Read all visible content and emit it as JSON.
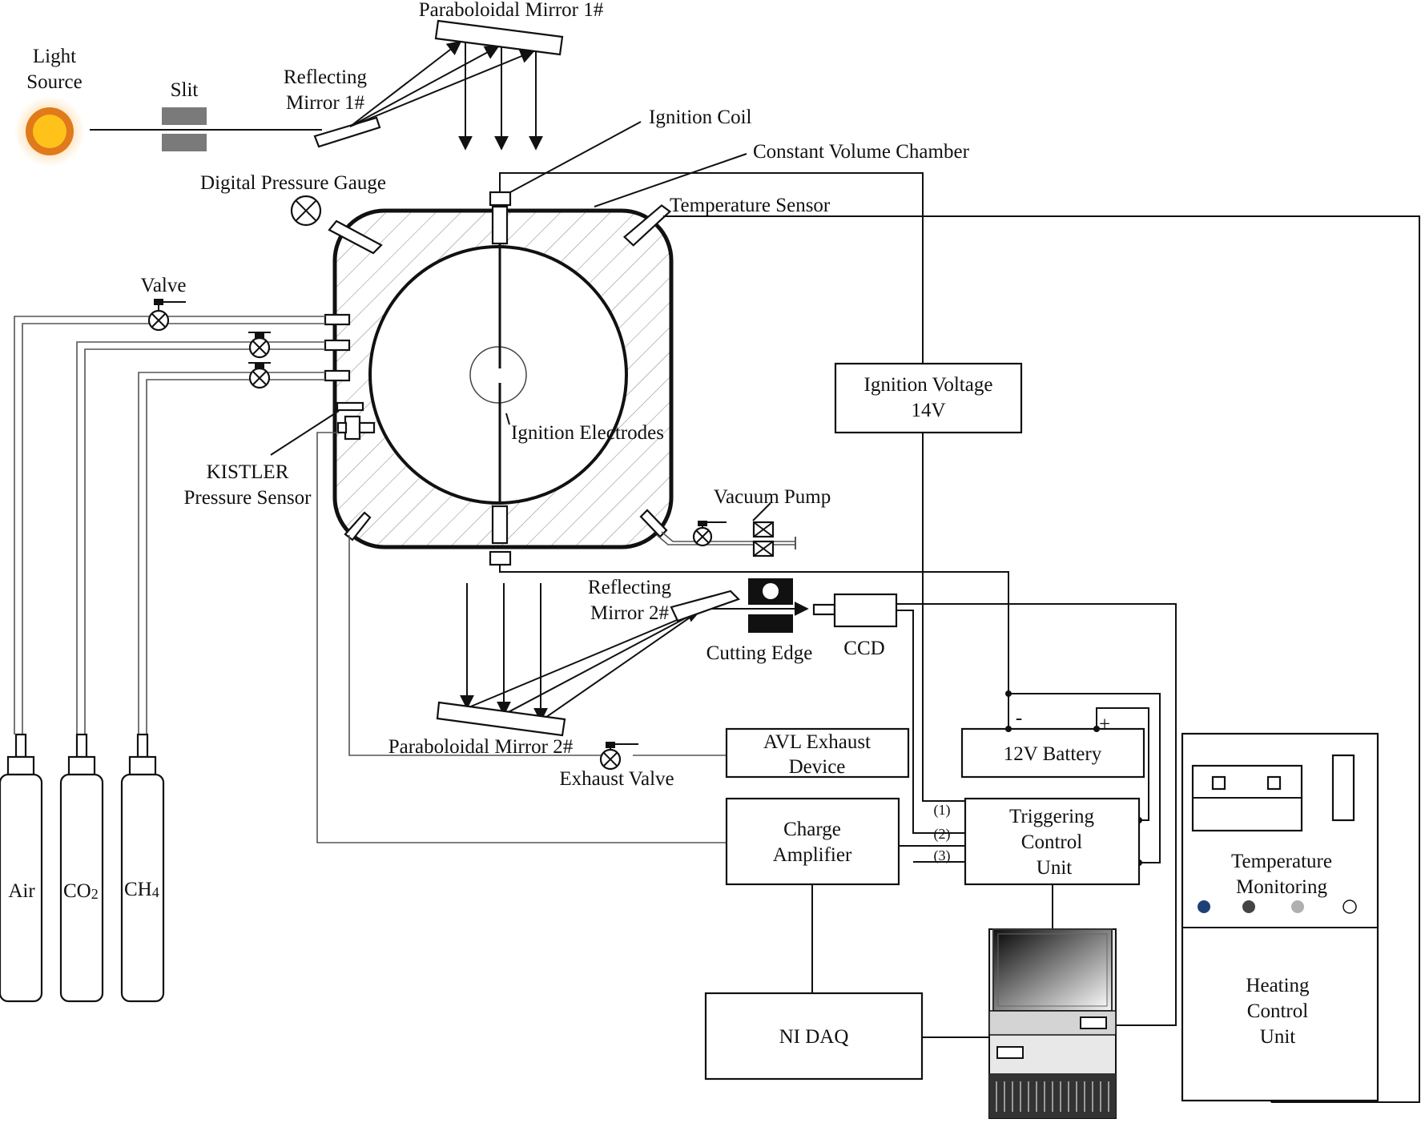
{
  "labels": {
    "light_source_1": "Light",
    "light_source_2": "Source",
    "slit": "Slit",
    "reflecting_mirror_1_a": "Reflecting",
    "reflecting_mirror_1_b": "Mirror 1#",
    "paraboloidal_mirror_1": "Paraboloidal Mirror 1#",
    "ignition_coil": "Ignition Coil",
    "constant_volume_chamber": "Constant Volume Chamber",
    "digital_pressure_gauge": "Digital Pressure Gauge",
    "temperature_sensor": "Temperature Sensor",
    "valve": "Valve",
    "ignition_electrodes": "Ignition Electrodes",
    "kistler_1": "KISTLER",
    "kistler_2": "Pressure Sensor",
    "vacuum_pump": "Vacuum Pump",
    "reflecting_mirror_2_a": "Reflecting",
    "reflecting_mirror_2_b": "Mirror 2#",
    "cutting_edge": "Cutting Edge",
    "ccd": "CCD",
    "paraboloidal_mirror_2": "Paraboloidal Mirror 2#",
    "exhaust_valve": "Exhaust Valve",
    "gas_air": "Air",
    "gas_co2": "CO",
    "gas_co2_sub": "2",
    "gas_ch4": "CH",
    "gas_ch4_sub": "4",
    "port_1": "(1)",
    "port_2": "(2)",
    "port_3": "(3)",
    "battery_minus": "-",
    "battery_plus": "+"
  },
  "boxes": {
    "ignition_voltage_1": "Ignition Voltage",
    "ignition_voltage_2": "14V",
    "avl_1": "AVL Exhaust",
    "avl_2": "Device",
    "battery": "12V Battery",
    "charge_amp_1": "Charge",
    "charge_amp_2": "Amplifier",
    "triggering_1": "Triggering",
    "triggering_2": "Control",
    "triggering_3": "Unit",
    "ni_daq": "NI DAQ",
    "temp_monitoring_1": "Temperature",
    "temp_monitoring_2": "Monitoring",
    "heating_1": "Heating",
    "heating_2": "Control",
    "heating_3": "Unit"
  },
  "colors": {
    "light_core": "#ffc21a",
    "light_ring": "#e07a1a",
    "indicator_1": "#1f3f78",
    "indicator_2": "#444444",
    "indicator_3": "#b0b0b0",
    "indicator_4": "#ffffff"
  }
}
